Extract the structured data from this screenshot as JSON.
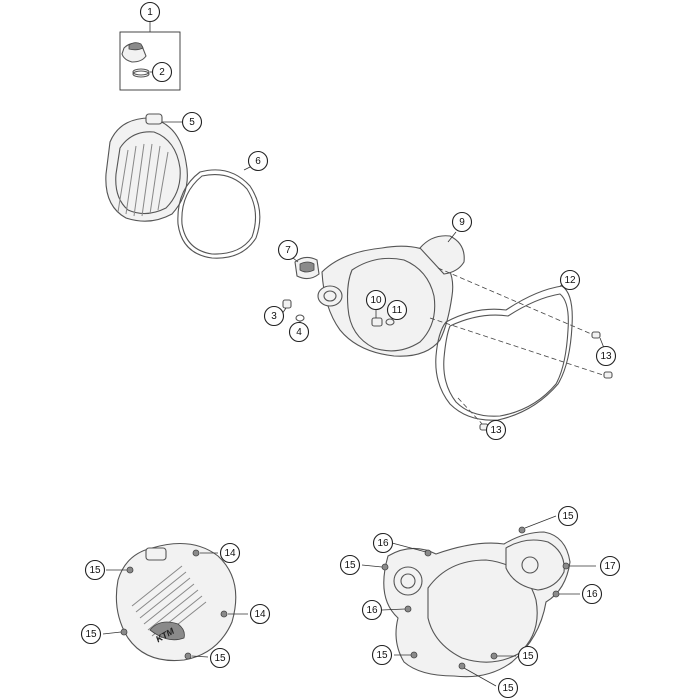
{
  "callouts": [
    {
      "id": "c1",
      "label": "1"
    },
    {
      "id": "c2",
      "label": "2"
    },
    {
      "id": "c3",
      "label": "3"
    },
    {
      "id": "c4",
      "label": "4"
    },
    {
      "id": "c5",
      "label": "5"
    },
    {
      "id": "c6",
      "label": "6"
    },
    {
      "id": "c7",
      "label": "7"
    },
    {
      "id": "c8",
      "label": "9"
    },
    {
      "id": "c9",
      "label": "10"
    },
    {
      "id": "c10",
      "label": "11"
    },
    {
      "id": "c11",
      "label": "12"
    },
    {
      "id": "c12",
      "label": "13"
    },
    {
      "id": "c13",
      "label": "13"
    },
    {
      "id": "c14",
      "label": "15"
    },
    {
      "id": "c15",
      "label": "14"
    },
    {
      "id": "c16",
      "label": "14"
    },
    {
      "id": "c17",
      "label": "15"
    },
    {
      "id": "c18",
      "label": "15"
    },
    {
      "id": "c19",
      "label": "16"
    },
    {
      "id": "c20",
      "label": "15"
    },
    {
      "id": "c21",
      "label": "15"
    },
    {
      "id": "c22",
      "label": "17"
    },
    {
      "id": "c23",
      "label": "16"
    },
    {
      "id": "c24",
      "label": "16"
    },
    {
      "id": "c25",
      "label": "15"
    },
    {
      "id": "c26",
      "label": "15"
    },
    {
      "id": "c27",
      "label": "15"
    }
  ],
  "logo": "KTM",
  "colors": {
    "line": "#555555",
    "callout_stroke": "#222222",
    "background": "#ffffff"
  }
}
